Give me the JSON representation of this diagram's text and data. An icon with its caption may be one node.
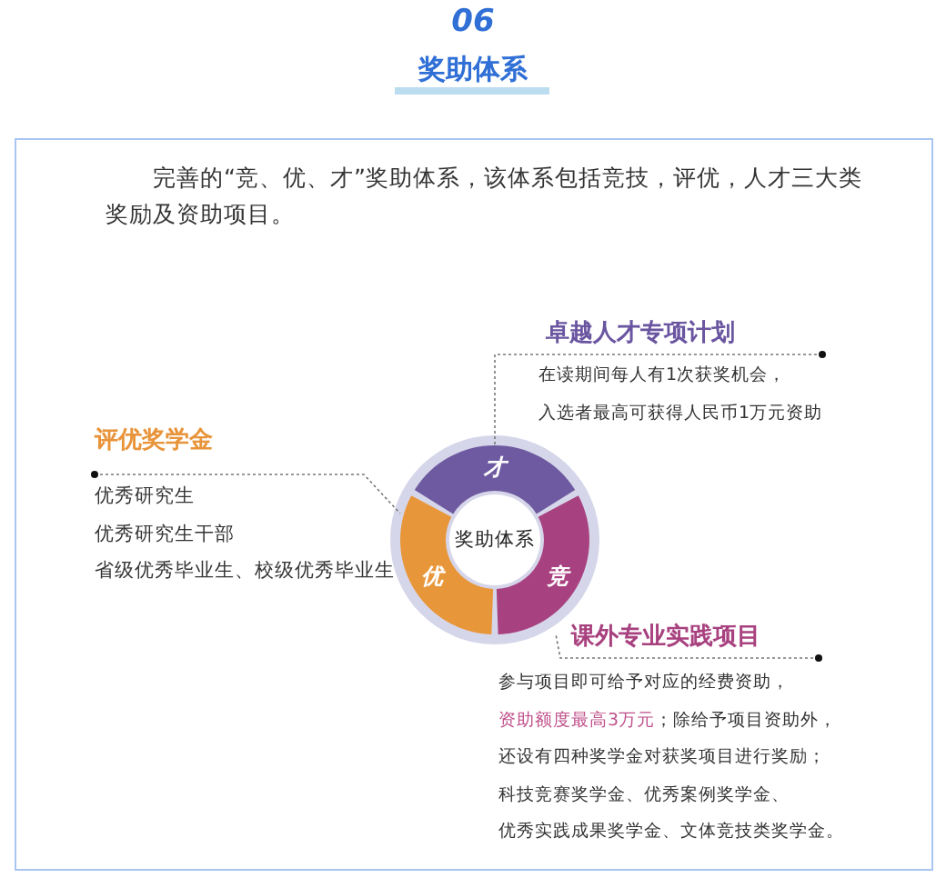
{
  "diagram": {
    "title": "奖助体系",
    "nodes": [
      {
        "text": [
          "奖助体系"
        ]
      },
      {
        "text": [
          "才"
        ]
      },
      {
        "text": [
          "竞"
        ]
      },
      {
        "text": [
          "优"
        ]
      },
      {
        "text": [
          "卓越人才专项计划",
          "在读期间每人有1次获奖机会，",
          "入选者最高可获得人民币1万元资助"
        ]
      },
      {
        "text": [
          "评优奖学金",
          "优秀研究生",
          "优秀研究生干部",
          "省级优秀毕业生、校级优秀毕业生"
        ]
      },
      {
        "text": [
          "课外专业实践项目",
          "参与项目即可给予对应的经费资助，",
          "资助额度最高3万元",
          "；除给予项目资助外，",
          "还设有四种奖学金对获奖项目进行奖励；",
          "科技竞赛奖学金、优秀案例奖学金、",
          "优秀实践成果奖学金、文体竞技类奖学金。"
        ]
      }
    ],
    "edges": [
      {
        "from": 4,
        "to": 1,
        "arrow": "other",
        "style": "dashed"
      },
      {
        "from": 5,
        "to": 3,
        "arrow": "other",
        "style": "dashed"
      },
      {
        "from": 6,
        "to": 2,
        "arrow": "other",
        "style": "dashed"
      }
    ],
    "labels": [
      "06",
      "完善的“竞、优、才”奖助体系，该体系包括竞技，评优，人才三大类奖励及资助项目。"
    ]
  }
}
